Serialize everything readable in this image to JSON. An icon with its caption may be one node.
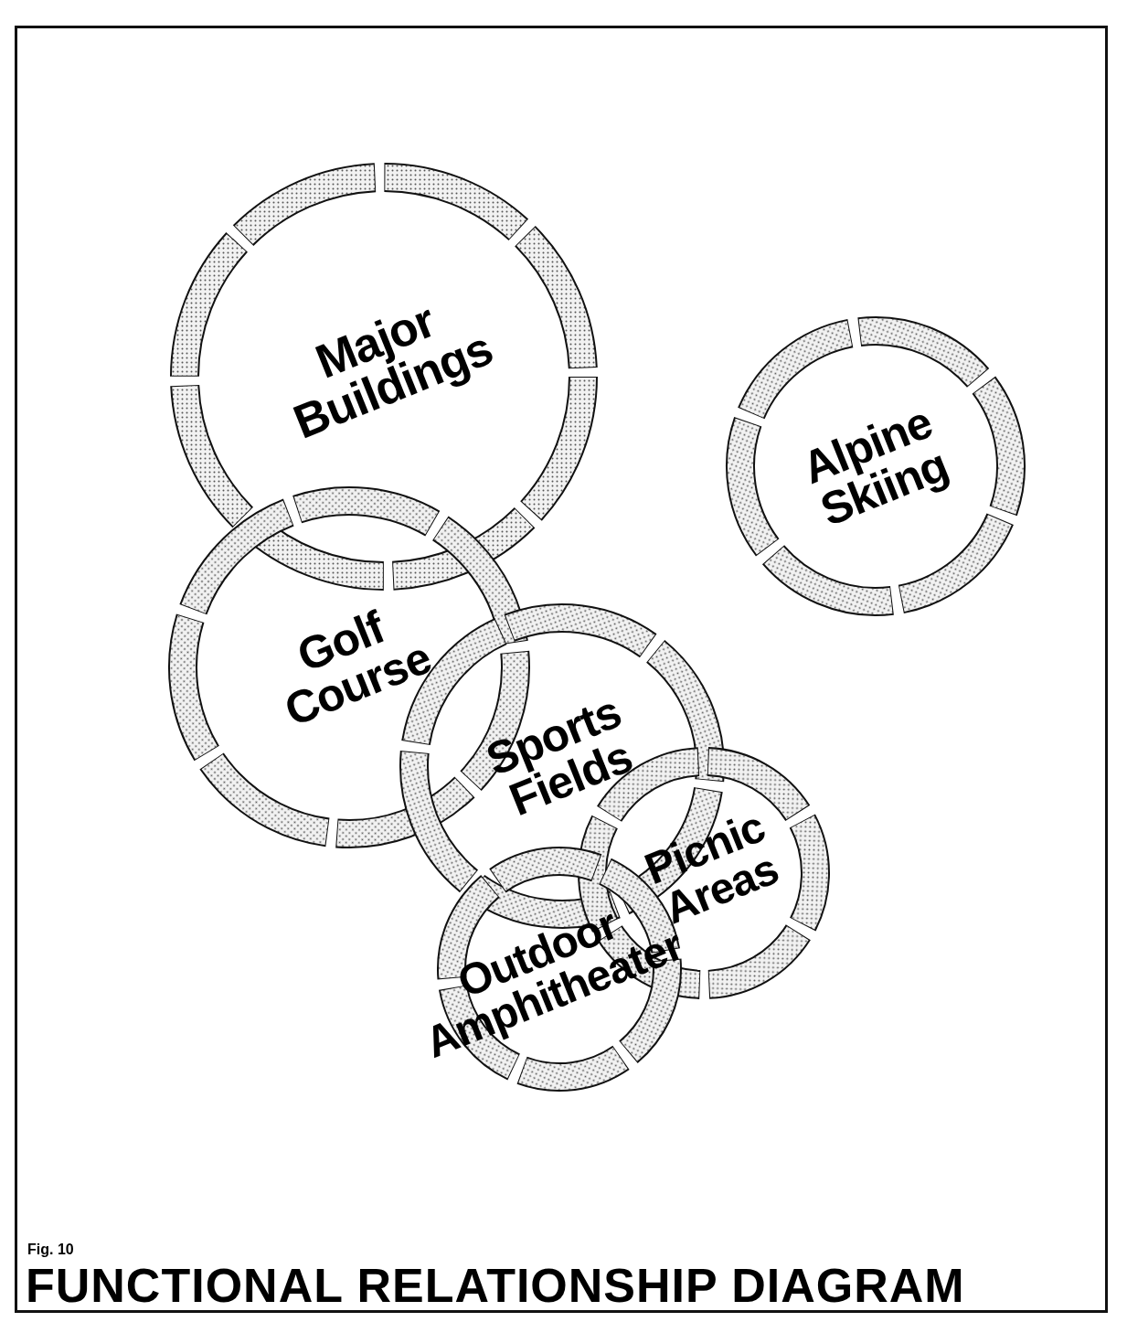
{
  "diagram": {
    "title": "FUNCTIONAL RELATIONSHIP DIAGRAM",
    "nodes": [
      {
        "text": [
          "Major Buildings"
        ]
      },
      {
        "text": [
          "Alpine Skiing"
        ]
      },
      {
        "text": [
          "Golf Course"
        ]
      },
      {
        "text": [
          "Sports Fields"
        ]
      },
      {
        "text": [
          "Picnic Areas"
        ]
      },
      {
        "text": [
          "Outdoor Amphitheater"
        ]
      }
    ],
    "labels": [
      "Fig. 10"
    ]
  }
}
